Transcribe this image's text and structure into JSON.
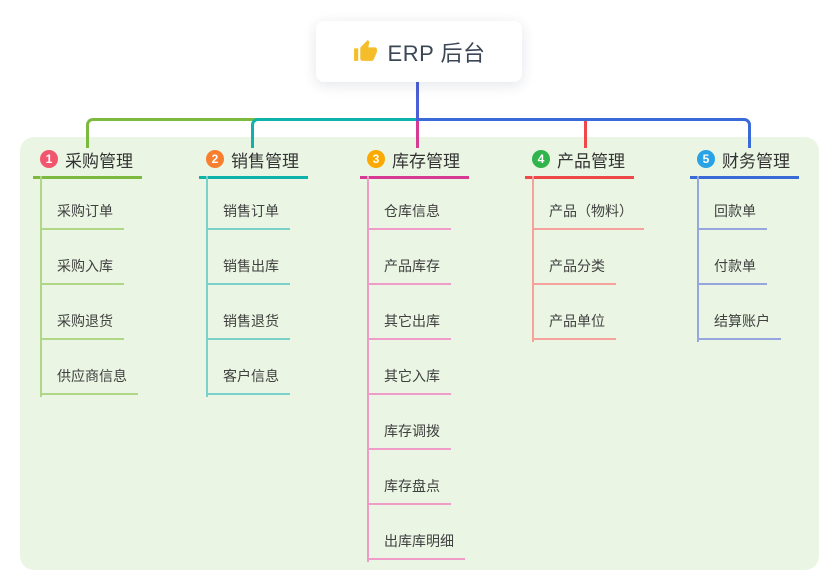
{
  "root": {
    "title": "ERP 后台",
    "icon": "thumbs-up-icon"
  },
  "canvas": {
    "background": "#eaf6e3"
  },
  "connector_colors": {
    "stem": "#4b5fd6"
  },
  "branches": [
    {
      "badge": "1",
      "title": "采购管理",
      "color": "#7cba3f",
      "light_color": "#b0d688",
      "badge_color": "#f2566e",
      "children": [
        "采购订单",
        "采购入库",
        "采购退货",
        "供应商信息"
      ]
    },
    {
      "badge": "2",
      "title": "销售管理",
      "color": "#0db3ab",
      "light_color": "#79d1ca",
      "badge_color": "#f87f2f",
      "children": [
        "销售订单",
        "销售出库",
        "销售退货",
        "客户信息"
      ]
    },
    {
      "badge": "3",
      "title": "库存管理",
      "color": "#d63a92",
      "light_color": "#ef9cc8",
      "badge_color": "#fca902",
      "children": [
        "仓库信息",
        "产品库存",
        "其它出库",
        "其它入库",
        "库存调拨",
        "库存盘点",
        "出库库明细"
      ]
    },
    {
      "badge": "4",
      "title": "产品管理",
      "color": "#ef4848",
      "light_color": "#f6a19c",
      "badge_color": "#30b44b",
      "children": [
        "产品（物料）",
        "产品分类",
        "产品单位"
      ]
    },
    {
      "badge": "5",
      "title": "财务管理",
      "color": "#3a69d8",
      "light_color": "#95a7de",
      "badge_color": "#2aa3e6",
      "children": [
        "回款单",
        "付款单",
        "结算账户"
      ]
    }
  ]
}
